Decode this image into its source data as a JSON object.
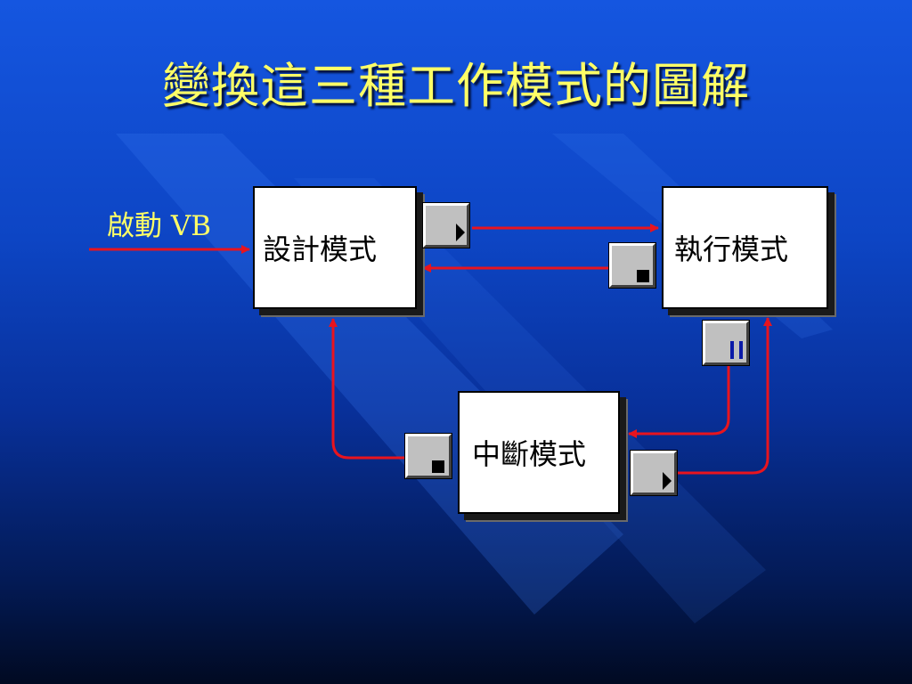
{
  "title": "變換這三種工作模式的圖解",
  "start_label": "啟動 VB",
  "modes": {
    "design": "設計模式",
    "run": "執行模式",
    "break": "中斷模式"
  },
  "buttons": {
    "start": "play-icon",
    "end": "stop-icon",
    "pause": "pause-icon",
    "end_from_break": "stop-icon",
    "continue": "play-icon"
  },
  "colors": {
    "title": "#ffff66",
    "arrow": "#e8141e",
    "background_top": "#1556e0",
    "background_bottom": "#010a22"
  }
}
